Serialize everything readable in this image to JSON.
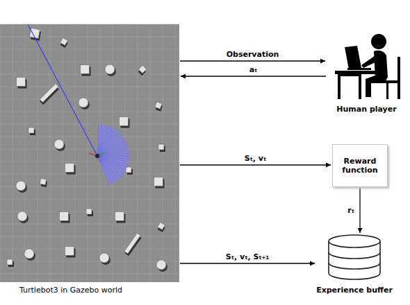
{
  "diagram": {
    "nodes": [
      {
        "text": [
          "Turtlebot3 in Gazebo world"
        ]
      },
      {
        "text": [
          "Human player"
        ]
      },
      {
        "text": [
          "Reward function"
        ]
      },
      {
        "text": [
          "Experience buffer"
        ]
      }
    ],
    "edges": [
      {
        "from": 0,
        "to": 1,
        "arrow": "to",
        "label": "Observation"
      },
      {
        "from": 1,
        "to": 0,
        "arrow": "to",
        "label": "aₜ"
      },
      {
        "from": 0,
        "to": 2,
        "arrow": "to",
        "label": "Sₜ, vₜ"
      },
      {
        "from": 2,
        "to": 3,
        "arrow": "to",
        "label": "rₜ"
      },
      {
        "from": 0,
        "to": 3,
        "arrow": "to",
        "label": "Sₜ, vₜ, Sₜ₊₁"
      }
    ]
  }
}
